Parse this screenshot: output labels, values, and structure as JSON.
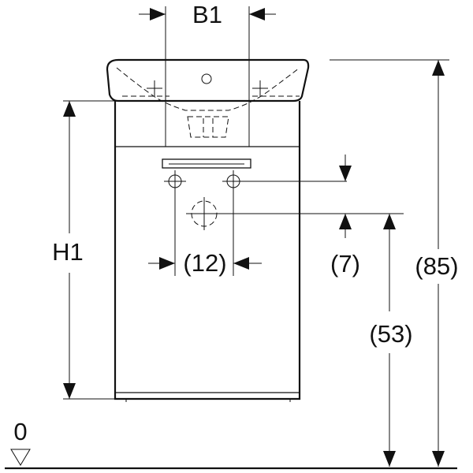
{
  "labels": {
    "width": "B1",
    "height": "H1",
    "pipe_spacing": "(12)",
    "offset": "(7)",
    "drain_height": "(53)",
    "total_height": "(85)",
    "floor": "0"
  }
}
